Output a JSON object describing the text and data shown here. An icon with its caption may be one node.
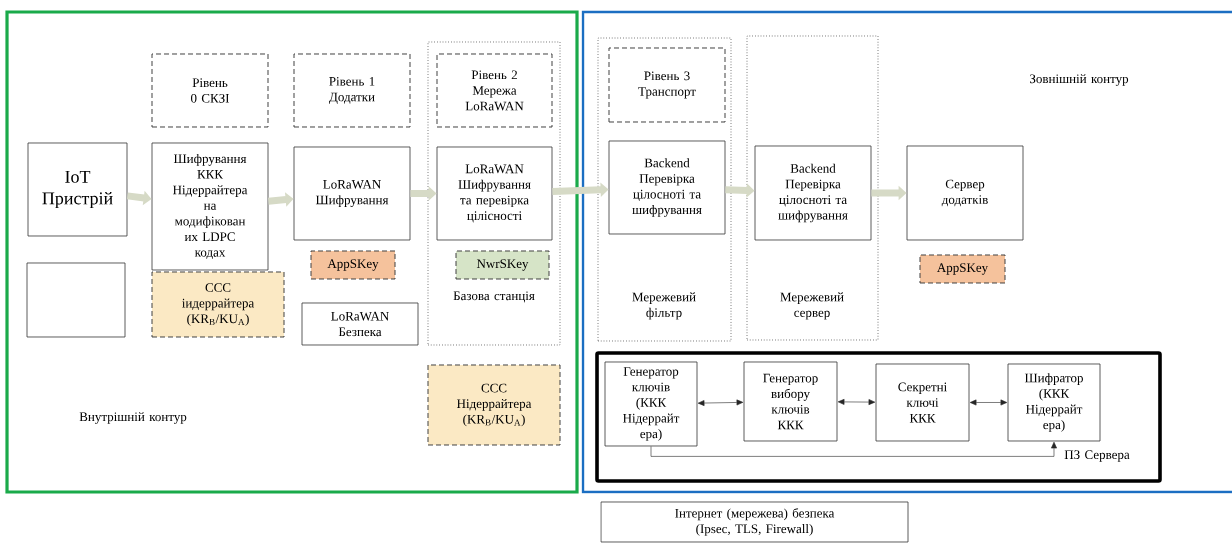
{
  "diagram": {
    "nodes": [
      {
        "text": [
          "Внутрішній контур"
        ]
      },
      {
        "text": [
          "Зовнішній контур"
        ]
      },
      {
        "text": [
          "IoT Пристрій"
        ],
        "in": 0
      },
      {
        "text": [],
        "shape": "box",
        "in": 0
      },
      {
        "text": [
          "Рівень 0 СКЗІ"
        ],
        "in": 0
      },
      {
        "text": [
          "Шифрування ККК Нідеррайтера на модифікован их LDPC кодах"
        ],
        "in": 0
      },
      {
        "text": [
          "ССС іидеррайтера (KR$_{B}$/KU$_{A}$)"
        ],
        "in": 0
      },
      {
        "text": [
          "Рівень 1 Додатки"
        ],
        "in": 0
      },
      {
        "text": [
          "LoRaWAN Шифрування"
        ],
        "in": 0
      },
      {
        "text": [
          "AppSKey"
        ],
        "in": 0
      },
      {
        "text": [
          "LoRaWAN Безпека"
        ],
        "in": 0
      },
      {
        "text": [
          "Базова станція"
        ],
        "in": 0
      },
      {
        "text": [
          "Рівень 2 Мережа LoRaWAN"
        ],
        "in": 11
      },
      {
        "text": [
          "LoRaWAN Шифрування та перевірка цілісності"
        ],
        "in": 11
      },
      {
        "text": [
          "NwrSKey"
        ],
        "in": 11
      },
      {
        "text": [
          "ССС Нідеррайтера (KR$_{B}$/KU$_{A}$)"
        ],
        "in": 0
      },
      {
        "text": [
          "Мережевий фільтр"
        ],
        "in": 1
      },
      {
        "text": [
          "Рівень 3 Транспорт"
        ],
        "in": 16
      },
      {
        "text": [
          "Backend Перевірка цілосноті та шифрування"
        ],
        "in": 16
      },
      {
        "text": [
          "Мережевий сервер"
        ],
        "in": 1
      },
      {
        "text": [
          "Backend Перевірка цілосноті та шифрування"
        ],
        "in": 19
      },
      {
        "text": [
          "Сервер додатків"
        ],
        "in": 1
      },
      {
        "text": [
          "AppSKey"
        ],
        "in": 1
      },
      {
        "text": [
          "ПЗ Сервера"
        ],
        "in": 1
      },
      {
        "text": [
          "Генератор ключів (ККК Нідеррайт ера)"
        ],
        "in": 23
      },
      {
        "text": [
          "Генератор вибору ключів ККК"
        ],
        "in": 23
      },
      {
        "text": [
          "Секретні ключі ККК"
        ],
        "in": 23
      },
      {
        "text": [
          "Шифратор (ККК Нідеррайт ера)"
        ],
        "in": 23
      },
      {
        "text": [
          "Інтернет (мережева) безпека (Ipsec, TLS, Firewall)"
        ]
      }
    ],
    "edges": [
      {
        "from": 2,
        "to": 5,
        "arrow": "to"
      },
      {
        "from": 5,
        "to": 8,
        "arrow": "to"
      },
      {
        "from": 8,
        "to": 13,
        "arrow": "to"
      },
      {
        "from": 13,
        "to": 18,
        "arrow": "to"
      },
      {
        "from": 18,
        "to": 20,
        "arrow": "to"
      },
      {
        "from": 20,
        "to": 21,
        "arrow": "to"
      },
      {
        "from": 24,
        "to": 25,
        "arrow": "both",
        "color": "#262626"
      },
      {
        "from": 25,
        "to": 26,
        "arrow": "both",
        "color": "#262626"
      },
      {
        "from": 26,
        "to": 27,
        "arrow": "both",
        "color": "#262626"
      },
      {
        "from": 24,
        "to": 27,
        "arrow": "to",
        "color": "#262626"
      }
    ]
  }
}
